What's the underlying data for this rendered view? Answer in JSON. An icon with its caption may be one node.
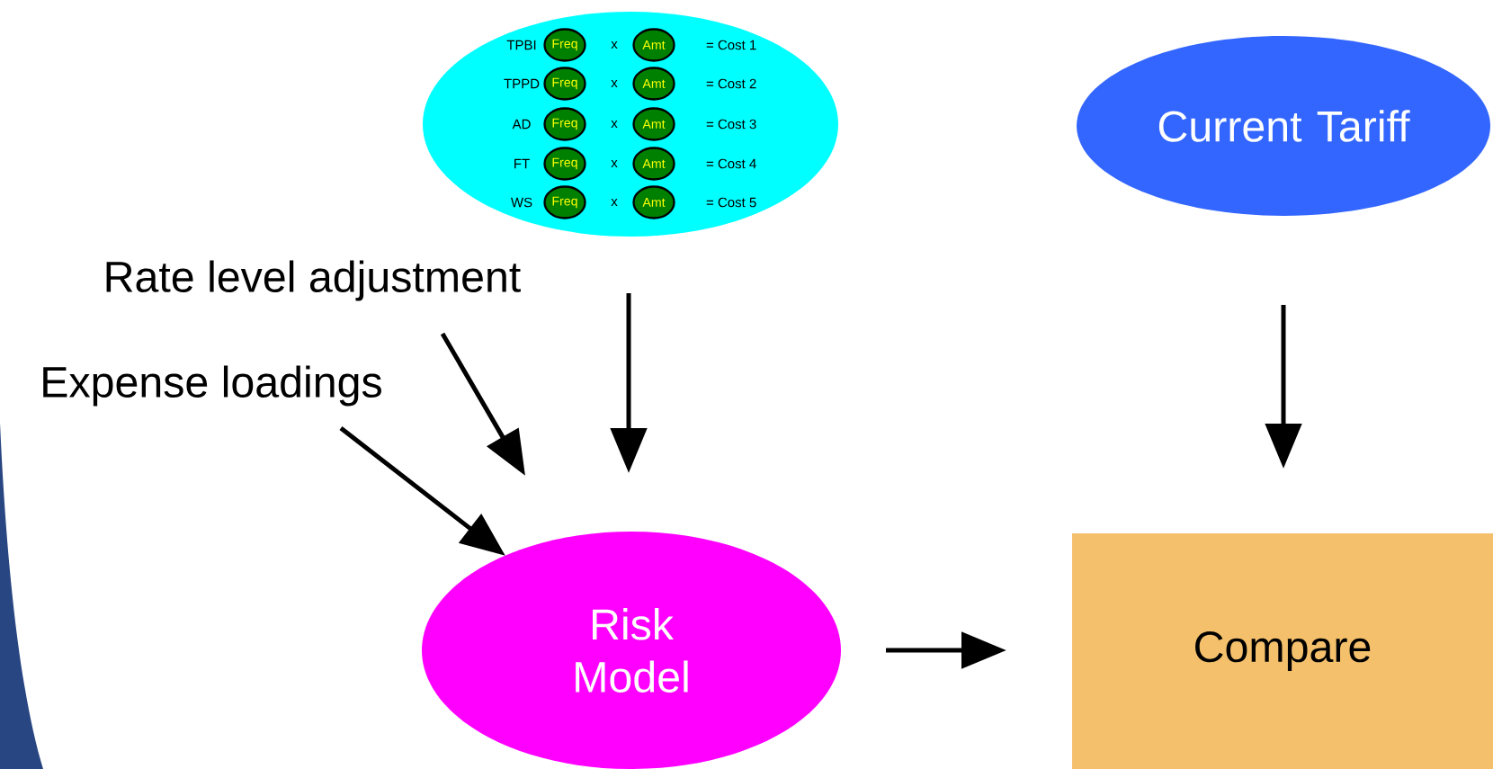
{
  "diagram": {
    "nodes": [
      {
        "text": [
          "TPBI",
          "x",
          "= Cost 1",
          "TPPD",
          "x",
          "= Cost 2",
          "AD",
          "x",
          "= Cost 3",
          "FT",
          "x",
          "= Cost 4",
          "WS",
          "x",
          "= Cost 5"
        ]
      },
      {
        "text": [
          "Freq"
        ],
        "in": 0
      },
      {
        "text": [
          "Amt"
        ],
        "in": 0
      },
      {
        "text": [
          "Freq"
        ],
        "in": 0
      },
      {
        "text": [
          "Amt"
        ],
        "in": 0
      },
      {
        "text": [
          "Freq"
        ],
        "in": 0
      },
      {
        "text": [
          "Amt"
        ],
        "in": 0
      },
      {
        "text": [
          "Freq"
        ],
        "in": 0
      },
      {
        "text": [
          "Amt"
        ],
        "in": 0
      },
      {
        "text": [
          "Freq"
        ],
        "in": 0
      },
      {
        "text": [
          "Amt"
        ],
        "in": 0
      },
      {
        "text": [
          "Current Tariff"
        ]
      },
      {
        "text": [
          "Rate level adjustment"
        ]
      },
      {
        "text": [
          "Expense loadings"
        ]
      },
      {
        "text": [
          "Risk Model"
        ]
      },
      {
        "text": [
          "Compare"
        ]
      }
    ],
    "edges": [
      {
        "from": 0,
        "to": 14,
        "arrow": "to"
      },
      {
        "from": 12,
        "to": 14,
        "arrow": "to"
      },
      {
        "from": 13,
        "to": 14,
        "arrow": "to"
      },
      {
        "from": 11,
        "to": 15,
        "arrow": "to"
      },
      {
        "from": 14,
        "to": 15,
        "arrow": "to"
      }
    ]
  }
}
